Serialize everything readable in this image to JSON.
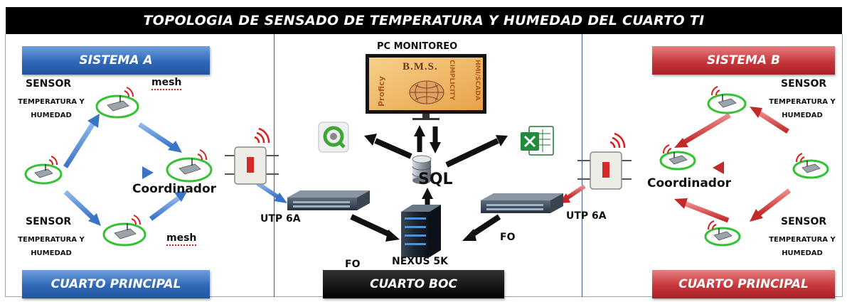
{
  "title": "TOPOLOGIA  DE SENSADO DE TEMPERATURA  Y HUMEDAD DEL CUARTO TI",
  "left": {
    "system_label": "SISTEMA A",
    "room_label": "CUARTO PRINCIPAL",
    "sensor_top": {
      "label": "SENSOR",
      "sub1": "TEMPERATURA Y",
      "sub2": "HUMEDAD"
    },
    "sensor_bottom": {
      "label": "SENSOR",
      "sub1": "TEMPERATURA Y",
      "sub2": "HUMEDAD"
    },
    "mesh_top": "mesh",
    "mesh_bottom": "mesh",
    "coordinator": "Coordinador",
    "cable": "UTP 6A"
  },
  "center": {
    "pc_label": "PC MONITOREO",
    "bms": "B.M.S.",
    "proficy": "Proficy",
    "cimplicity": "CIMPLICITY",
    "hmi": "HMI/SCADA",
    "sql": "SQL",
    "switch_core": "NEXUS 5K",
    "fo_left": "FO",
    "fo_right": "FO",
    "room_label": "CUARTO BOC"
  },
  "right": {
    "system_label": "SISTEMA B",
    "room_label": "CUARTO PRINCIPAL",
    "sensor_top": {
      "label": "SENSOR",
      "sub1": "TEMPERATURA Y",
      "sub2": "HUMEDAD"
    },
    "sensor_bottom": {
      "label": "SENSOR",
      "sub1": "TEMPERATURA Y",
      "sub2": "HUMEDAD"
    },
    "coordinator": "Coordinador",
    "cable": "UTP 6A"
  },
  "colors": {
    "blue_arrow": "#4f8ad6",
    "red_arrow": "#d43a3a",
    "black_arrow": "#111111",
    "ring_green": "#34c234",
    "wifi_red": "#d62020"
  },
  "icons": {
    "sensor": "wireless-sensor-icon",
    "gateway": "gateway-icon",
    "switch": "network-switch-icon",
    "server": "server-icon",
    "database": "database-icon",
    "monitor": "monitor-icon",
    "qlik": "qlikview-icon",
    "excel": "excel-icon"
  }
}
